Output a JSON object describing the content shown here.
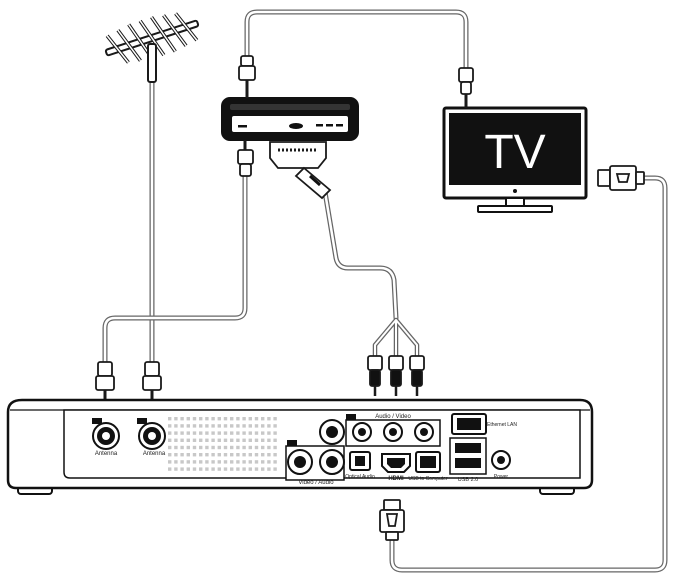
{
  "diagram": {
    "tv": {
      "label": "TV"
    },
    "back_panel": {
      "antenna_out_label": "Antenna",
      "antenna_in_label": "Antenna",
      "audio_video_label": "Audio / Video",
      "video_audio_label": "Video / Audio",
      "optical_label": "Optical Audio",
      "hdmi_label": "HDMI",
      "usb_computer_label": "USB to Computer",
      "usb2_label": "USB 2.0",
      "ethernet_label": "Ethernet LAN",
      "power_label": "Power"
    },
    "colors": {
      "stroke": "#1a1a1a",
      "cable": "#888888",
      "fill": "#ffffff",
      "dark": "#111111"
    }
  }
}
